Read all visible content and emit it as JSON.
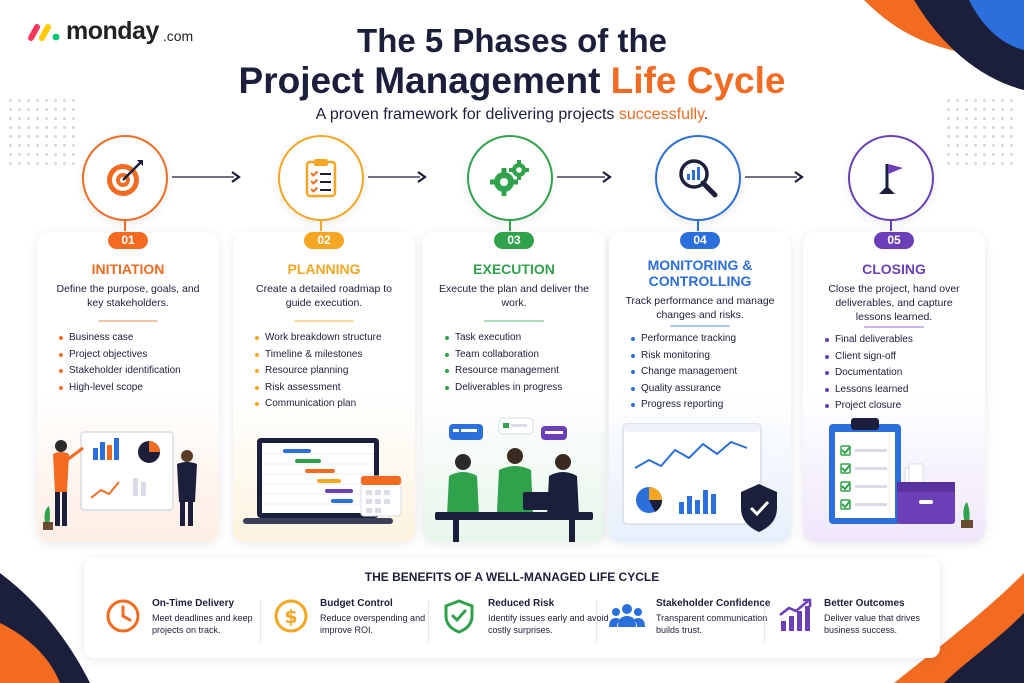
{
  "brand": {
    "name": "monday",
    "suffix": ".com"
  },
  "header": {
    "title_line1": "The 5 Phases of the",
    "title_line2_main": "Project Management ",
    "title_line2_accent": "Life Cycle",
    "subtitle_main": "A proven framework for delivering projects ",
    "subtitle_accent": "successfully",
    "subtitle_end": "."
  },
  "colors": {
    "orange": "#f26b21",
    "amber": "#f5a623",
    "green": "#2fa24b",
    "blue": "#2b6fdc",
    "purple": "#6b3fb8",
    "navy": "#1b1f3b"
  },
  "phases": [
    {
      "number": "01",
      "title": "INITIATION",
      "icon": "target-icon",
      "description": "Define the purpose, goals, and key stakeholders.",
      "items": [
        "Business case",
        "Project objectives",
        "Stakeholder identification",
        "High-level scope"
      ]
    },
    {
      "number": "02",
      "title": "PLANNING",
      "icon": "clipboard-checklist-icon",
      "description": "Create a detailed roadmap to guide execution.",
      "items": [
        "Work breakdown structure",
        "Timeline & milestones",
        "Resource planning",
        "Risk assessment",
        "Communication plan"
      ]
    },
    {
      "number": "03",
      "title": "EXECUTION",
      "icon": "gears-icon",
      "description": "Execute the plan and deliver the work.",
      "items": [
        "Task execution",
        "Team collaboration",
        "Resource management",
        "Deliverables in progress"
      ]
    },
    {
      "number": "04",
      "title": "MONITORING &\nCONTROLLING",
      "icon": "magnifier-chart-icon",
      "description": "Track performance and manage changes and risks.",
      "items": [
        "Performance tracking",
        "Risk monitoring",
        "Change management",
        "Quality assurance",
        "Progress reporting"
      ]
    },
    {
      "number": "05",
      "title": "CLOSING",
      "icon": "flag-icon",
      "description": "Close the project, hand over deliverables, and capture lessons learned.",
      "items": [
        "Final deliverables",
        "Client sign-off",
        "Documentation",
        "Lessons learned",
        "Project closure"
      ]
    }
  ],
  "benefits": {
    "title": "THE BENEFITS OF A WELL-MANAGED LIFE CYCLE",
    "items": [
      {
        "name": "On-Time Delivery",
        "description": "Meet deadlines and keep projects on track.",
        "icon": "clock-icon"
      },
      {
        "name": "Budget Control",
        "description": "Reduce overspending and improve ROI.",
        "icon": "dollar-coin-icon"
      },
      {
        "name": "Reduced Risk",
        "description": "Identify issues early and avoid costly surprises.",
        "icon": "shield-check-icon"
      },
      {
        "name": "Stakeholder Confidence",
        "description": "Transparent communication builds trust.",
        "icon": "people-icon"
      },
      {
        "name": "Better Outcomes",
        "description": "Deliver value that drives business success.",
        "icon": "growth-chart-icon"
      }
    ]
  }
}
